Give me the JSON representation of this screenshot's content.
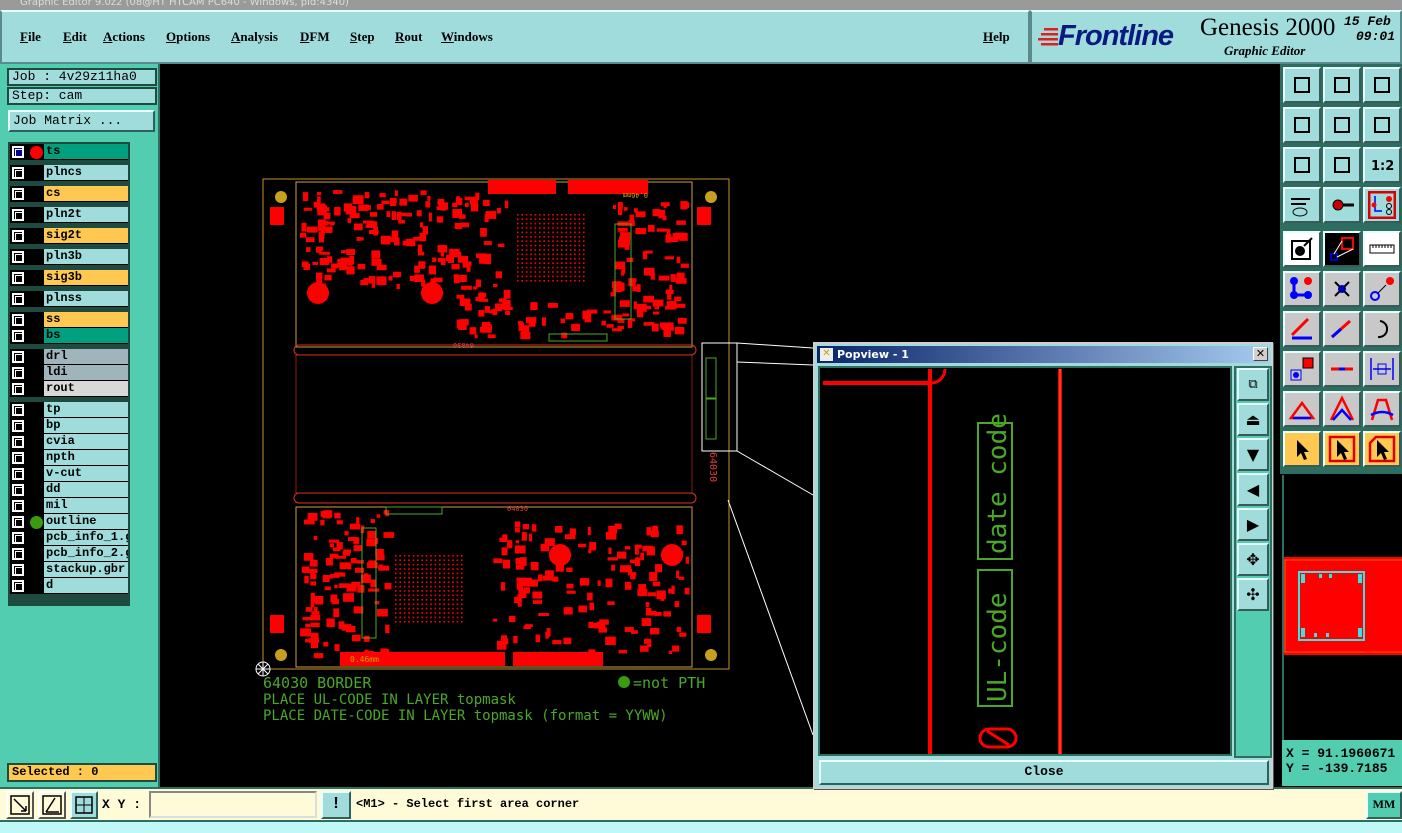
{
  "window": {
    "title": "Graphic Editor 9.0z2 (08@HT HTCAM PC640 - Windows, pid:4340)"
  },
  "menu": {
    "items": [
      "File",
      "Edit",
      "Actions",
      "Options",
      "Analysis",
      "DFM",
      "Step",
      "Rout",
      "Windows"
    ],
    "help": "Help"
  },
  "brand": {
    "logo": "Frontline",
    "product": "Genesis 2000",
    "subtitle": "Graphic Editor",
    "date": "15 Feb",
    "time": "09:01"
  },
  "job": {
    "job": "Job : 4v29z11ha0",
    "step": "Step: cam",
    "matrix_button": "Job Matrix ..."
  },
  "layers": [
    {
      "name": "ts",
      "color": "#00a07e",
      "dot": "#ff0000",
      "active": true
    },
    {
      "name": "plncs",
      "color": "#a0dcdc"
    },
    {
      "name": "cs",
      "color": "#ffc850"
    },
    {
      "name": "pln2t",
      "color": "#a0dcdc"
    },
    {
      "name": "sig2t",
      "color": "#ffc850"
    },
    {
      "name": "pln3b",
      "color": "#a0dcdc"
    },
    {
      "name": "sig3b",
      "color": "#ffc850"
    },
    {
      "name": "plnss",
      "color": "#a0dcdc"
    },
    {
      "name": "ss",
      "color": "#ffc850"
    },
    {
      "name": "bs",
      "color": "#00a07e"
    },
    {
      "name": "drl",
      "color": "#a0b4bc"
    },
    {
      "name": "ldi",
      "color": "#a0b4bc"
    },
    {
      "name": "rout",
      "color": "#d8d8d8"
    },
    {
      "name": "tp",
      "color": "#a0dcdc"
    },
    {
      "name": "bp",
      "color": "#a0dcdc"
    },
    {
      "name": "cvia",
      "color": "#a0dcdc"
    },
    {
      "name": "npth",
      "color": "#a0dcdc"
    },
    {
      "name": "v-cut",
      "color": "#a0dcdc"
    },
    {
      "name": "dd",
      "color": "#a0dcdc"
    },
    {
      "name": "mil",
      "color": "#a0dcdc"
    },
    {
      "name": "outline",
      "color": "#a0dcdc",
      "dot": "#3a9a10"
    },
    {
      "name": "pcb_info_1.gbr",
      "color": "#a0dcdc"
    },
    {
      "name": "pcb_info_2.gbr",
      "color": "#a0dcdc"
    },
    {
      "name": "stackup.gbr",
      "color": "#a0dcdc"
    },
    {
      "name": "d",
      "color": "#a0dcdc"
    }
  ],
  "selected": "Selected : 0",
  "canvas": {
    "notes": [
      "64030  BORDER",
      "PLACE UL-CODE IN LAYER topmask",
      "PLACE DATE-CODE IN LAYER topmask (format = YYWW)"
    ],
    "legend": "=not PTH",
    "board_labels": {
      "top_code": "64030",
      "bottom_code": "64030",
      "side_code": "64030",
      "thickness_top": "0.46mm",
      "thickness_bottom": "0.46mm"
    }
  },
  "popview": {
    "title": "Popview - 1",
    "date_code": "date code",
    "ul_code": "UL-code",
    "close": "Close"
  },
  "coords": {
    "x": "X = 91.1960671",
    "y": "Y = -139.7185"
  },
  "bottom": {
    "xy_label": "X Y :",
    "xy_value": "",
    "prompt": "<M1> - Select first area corner",
    "units": "MM"
  },
  "colors": {
    "copper": "#ff0000",
    "text": "#4aa828",
    "panel": "#52cdb0",
    "button": "#a0dcdc",
    "selected": "#ffc850"
  }
}
